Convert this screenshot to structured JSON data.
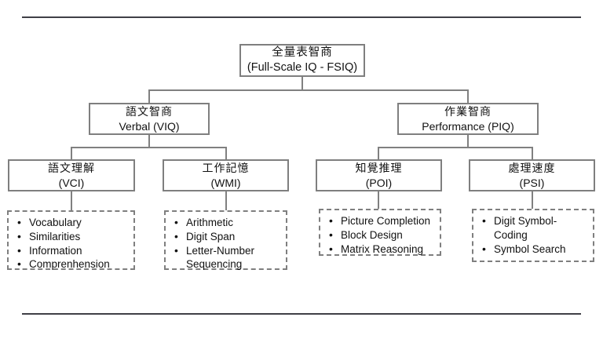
{
  "colors": {
    "background": "#ffffff",
    "box_border": "#7f7f7f",
    "connector": "#808080",
    "divider_rule": "#3f3f46",
    "text": "#111111"
  },
  "root": {
    "title_zh": "全量表智商",
    "title_en": "(Full-Scale IQ - FSIQ)"
  },
  "branches": [
    {
      "title_zh": "語文智商",
      "title_en": "Verbal (VIQ)"
    },
    {
      "title_zh": "作業智商",
      "title_en": "Performance (PIQ)"
    }
  ],
  "indexes": [
    {
      "title_zh": "語文理解",
      "title_en": "(VCI)",
      "subtests": [
        "Vocabulary",
        "Similarities",
        "Information",
        "Comprenhension"
      ]
    },
    {
      "title_zh": "工作記憶",
      "title_en": "(WMI)",
      "subtests": [
        "Arithmetic",
        "Digit Span",
        "Letter-Number Sequencing"
      ]
    },
    {
      "title_zh": "知覺推理",
      "title_en": "(POI)",
      "subtests": [
        "Picture Completion",
        "Block Design",
        "Matrix Reasoning"
      ]
    },
    {
      "title_zh": "處理速度",
      "title_en": "(PSI)",
      "subtests": [
        "Digit Symbol-Coding",
        "Symbol Search"
      ]
    }
  ]
}
